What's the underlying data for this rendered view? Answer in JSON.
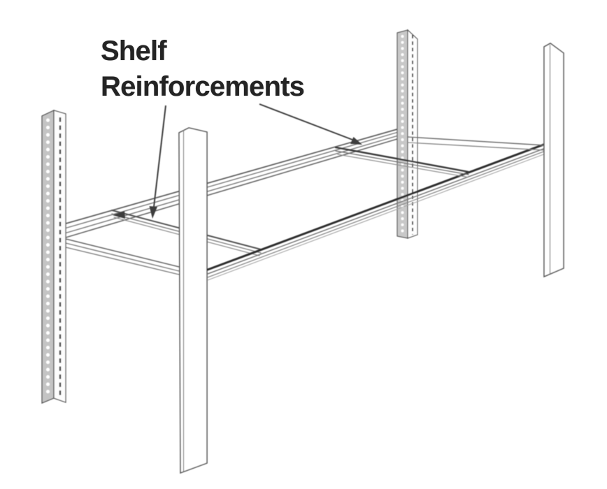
{
  "figure": {
    "type": "technical-line-illustration",
    "subject": "shelving unit frame with shelf reinforcement channels",
    "label": {
      "line1": "Shelf",
      "line2": "Reinforcements"
    },
    "colors": {
      "background": "#ffffff",
      "line": "#6f6f6f",
      "line_dark": "#2f2f2f",
      "leader": "#3d3d3d",
      "text": "#242424",
      "perforated_post_face": "#c4c4c4"
    }
  }
}
